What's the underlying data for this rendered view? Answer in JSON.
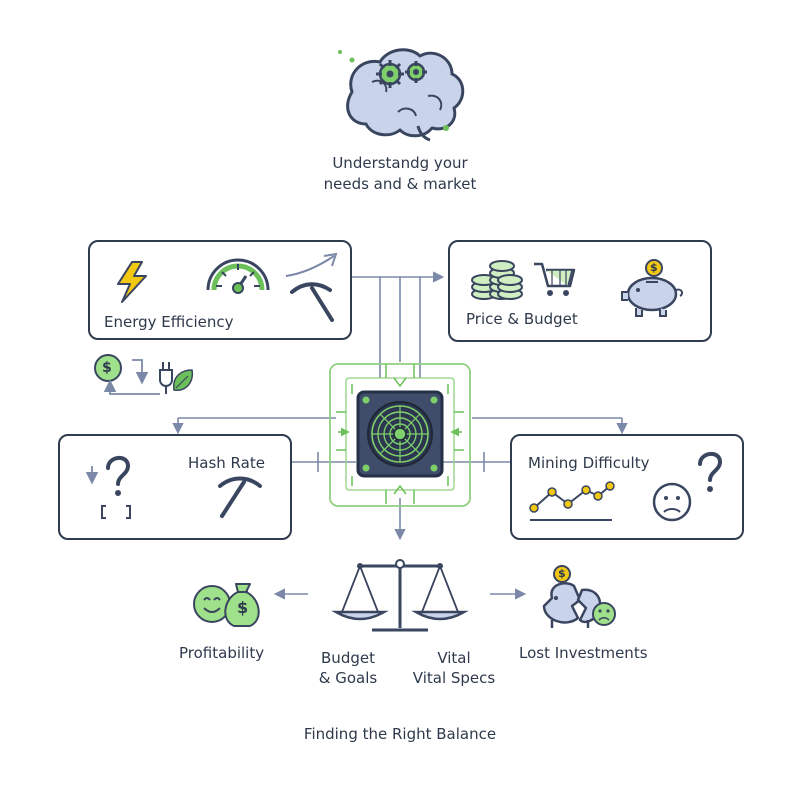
{
  "header": {
    "brain_caption_line1": "Understandg your",
    "brain_caption_line2": "needs and & market"
  },
  "factors": {
    "energy_efficiency": "Energy Efficiency",
    "price_budget": "Price & Budget",
    "hash_rate": "Hash Rate",
    "mining_difficulty": "Mining Difficulty"
  },
  "balance": {
    "profitability": "Profitability",
    "budget_goals_line1": "Budget",
    "budget_goals_line2": "& Goals",
    "vital_line1": "Vital",
    "vital_line2": "Vital Specs",
    "lost_investments": "Lost Investments",
    "title": "Finding the Right Balance"
  },
  "icons": {
    "dollar": "$"
  },
  "colors": {
    "outline": "#2f3b4e",
    "green": "#6cc05a",
    "green_fill": "#cfeec1",
    "slate": "#7b88a8",
    "slate_fill": "#d6dcee",
    "yellow": "#f2c811",
    "accent_blue": "#5a6b9a"
  }
}
